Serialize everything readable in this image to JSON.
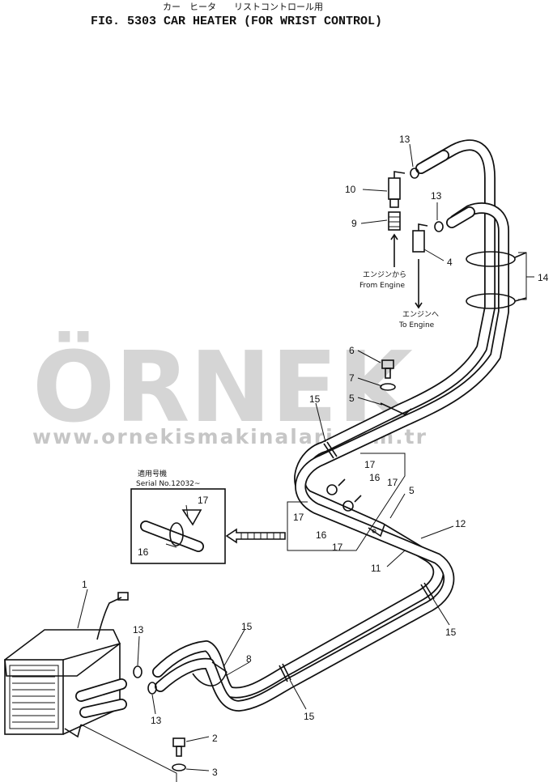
{
  "figure": {
    "subtitle": "カー　ヒータ　　リストコントロール用",
    "title": "FIG. 5303  CAR HEATER (FOR WRIST CONTROL)"
  },
  "callouts": {
    "c1": "1",
    "c2": "2",
    "c3": "3",
    "c4": "4",
    "c5a": "5",
    "c5b": "5",
    "c6": "6",
    "c7": "7",
    "c8": "8",
    "c9": "9",
    "c10": "10",
    "c11": "11",
    "c12": "12",
    "c13a": "13",
    "c13b": "13",
    "c13c": "13",
    "c13d": "13",
    "c14": "14",
    "c15a": "15",
    "c15b": "15",
    "c15c": "15",
    "c15d": "15",
    "c16a": "16",
    "c16b": "16",
    "c16c": "16",
    "c17a": "17",
    "c17b": "17",
    "c17c": "17",
    "c17d": "17",
    "c17e": "17"
  },
  "annotations": {
    "from_engine_jp": "エンジンから",
    "from_engine_en": "From Engine",
    "to_engine_jp": "エンジンへ",
    "to_engine_en": "To Engine",
    "serial_jp": "適用号機",
    "serial_en": "Serial No.12032~"
  },
  "watermark": {
    "brand": "ÖRNEK",
    "url": "www.ornekismakinalari.com.tr",
    "accent_color": "#f2c94c"
  }
}
